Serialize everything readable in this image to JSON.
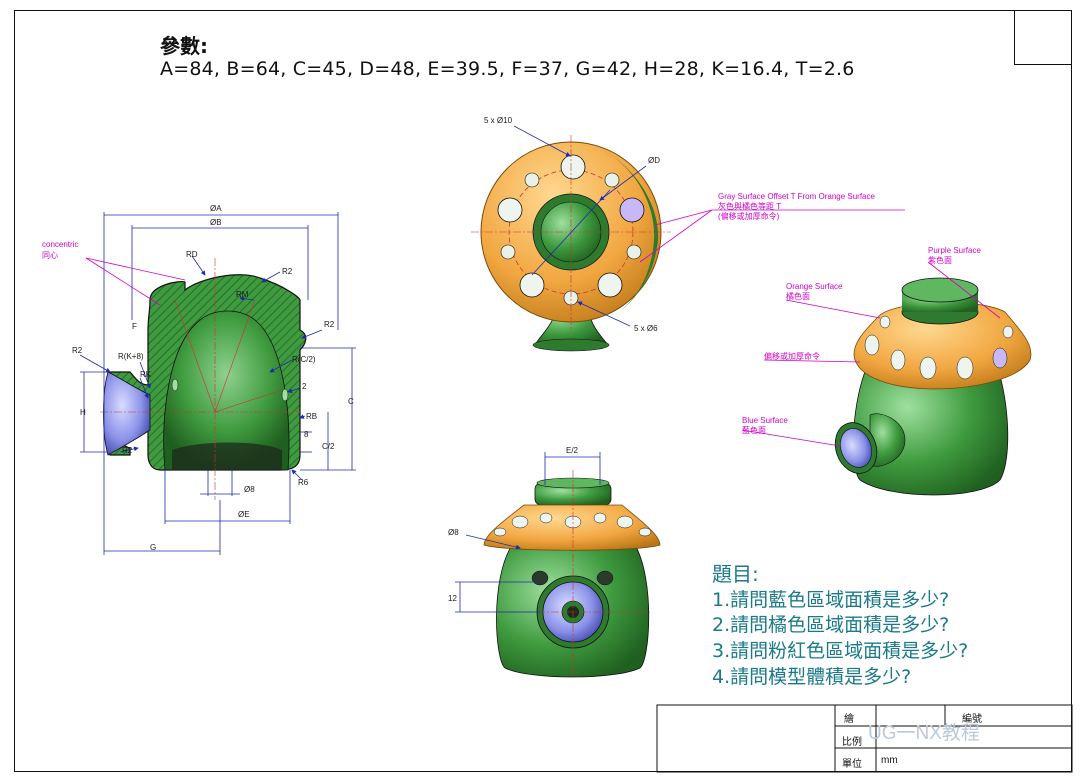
{
  "params": {
    "title": "參數:",
    "values": "A=84, B=64, C=45, D=48, E=39.5, F=37, G=42, H=28, K=16.4, T=2.6"
  },
  "section_view": {
    "dims": {
      "phiA": "ØA",
      "phiB": "ØB",
      "rd": "RD",
      "r2_top": "R2",
      "rm": "R​M",
      "r2_right": "R2",
      "r_c2": "R(C/2)",
      "two": "2",
      "rb": "RB",
      "c": "C",
      "c2": "C/2",
      "eight": "8",
      "r6": "R6",
      "phi8": "Ø8",
      "phiE": "ØE",
      "g": "G",
      "h": "H",
      "r2_left": "R2",
      "rk8": "R(K+8)",
      "rk": "RK",
      "r2_bottom": "R2",
      "f": "F"
    },
    "concentric_en": "concentric",
    "concentric_zh": "同心"
  },
  "top_view": {
    "holes10": "5 x Ø10",
    "phiD": "ØD",
    "holes6": "5 x Ø6"
  },
  "front_view": {
    "e2": "E/2",
    "phi8": "Ø8",
    "twelve": "12"
  },
  "annotations": {
    "gray_en": "Gray Surface Offset T From Orange Surface",
    "gray_zh1": "灰色與橘色等距 T",
    "gray_zh2": "(偏移或加厚命令)",
    "purple_en": "Purple Surface",
    "purple_zh": "紫色面",
    "orange_en": "Orange Surface",
    "orange_zh": "橘色面",
    "offset_zh": "偏移或加厚命令",
    "blue_en": "Blue Surface",
    "blue_zh": "藍色面"
  },
  "questions": {
    "title": "題目:",
    "items": [
      "1.請問藍色區域面積是多少?",
      "2.請問橘色區域面積是多少?",
      "3.請問粉紅色區域面積是多少?",
      "4.請問模型體積是多少?"
    ]
  },
  "title_block": {
    "label_drawing": "繪",
    "label_number": "編號",
    "label_ratio": "比例",
    "label_unit": "單位",
    "unit_value": "mm"
  },
  "watermark": "UG一NX教程",
  "colors": {
    "green": "#3f9b3f",
    "green_dark": "#1d5a1d",
    "orange": "#f1a640",
    "blue": "#2b3fd6",
    "magenta": "#d100c8",
    "teal_text": "#1a7a8a"
  }
}
